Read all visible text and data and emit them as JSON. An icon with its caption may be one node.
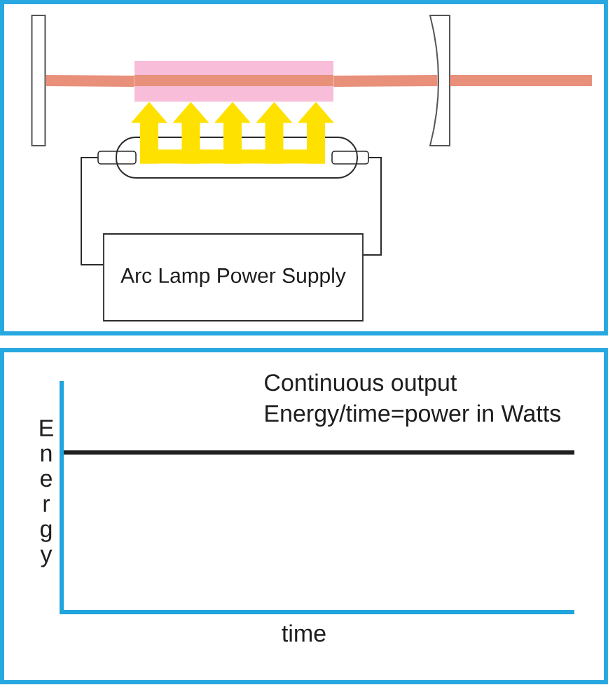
{
  "diagram": {
    "nodes": [
      {
        "text": [],
        "shape": "box"
      },
      {
        "text": [],
        "shape": "bar"
      },
      {
        "text": [],
        "shape": "picture"
      },
      {
        "text": [],
        "shape": "cylinder"
      },
      {
        "text": [
          "Arc Lamp Power Supply"
        ]
      }
    ],
    "edges": [
      {
        "from": 0,
        "to": 1,
        "arrow": "none",
        "color": "#e8907a"
      },
      {
        "from": 1,
        "to": 2,
        "arrow": "none",
        "color": "#e8907a"
      },
      {
        "from": 2,
        "to": null,
        "arrow": "none",
        "color": "#e8907a"
      },
      {
        "from": 3,
        "to": 1,
        "arrow": "to",
        "color": "#ffe100"
      },
      {
        "from": 3,
        "to": 4,
        "arrow": "none",
        "color": "#2b2b2b"
      },
      {
        "from": 3,
        "to": 4,
        "arrow": "none",
        "color": "#2b2b2b"
      }
    ],
    "labels": [
      "Continuous output",
      "Energy/time=power in Watts",
      "Energy",
      "time"
    ]
  }
}
